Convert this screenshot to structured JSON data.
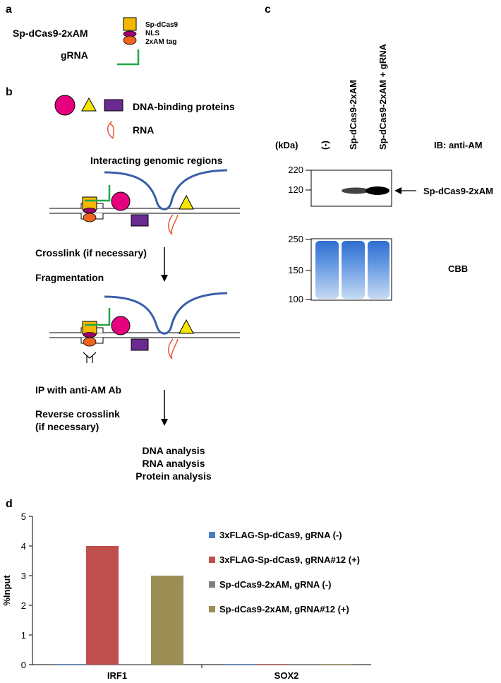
{
  "panels": {
    "a": "a",
    "b": "b",
    "c": "c",
    "d": "d"
  },
  "panel_a": {
    "construct_label": "Sp-dCas9-2xAM",
    "legend_cas9": "Sp-dCas9",
    "legend_nls": "NLS",
    "legend_tag": "2xAM tag",
    "grna_label": "gRNA"
  },
  "panel_b": {
    "dna_binding_label": "DNA-binding proteins",
    "rna_label": "RNA",
    "genomic_label": "Interacting genomic regions",
    "crosslink": "Crosslink (if necessary)",
    "fragmentation": "Fragmentation",
    "ip": "IP with anti-AM Ab",
    "reverse_1": "Reverse crosslink",
    "reverse_2": "(if necessary)",
    "analysis": [
      "DNA analysis",
      "RNA analysis",
      "Protein analysis"
    ]
  },
  "panel_c": {
    "kda": "(kDa)",
    "lanes": [
      "(-)",
      "Sp-dCas9-2xAM",
      "Sp-dCas9-2xAM + gRNA"
    ],
    "ib": "IB: anti-AM",
    "blot_markers": [
      "220",
      "120"
    ],
    "band_label": "Sp-dCas9-2xAM",
    "cbb_markers": [
      "250",
      "150",
      "100"
    ],
    "cbb": "CBB"
  },
  "colors": {
    "cas9": "#f5b800",
    "nls": "#a0006e",
    "tag": "#f0641e",
    "grna": "#1ea84a",
    "magenta": "#e6007e",
    "yellow": "#f7e600",
    "purple": "#6b2a8f",
    "blue_curve": "#3a5fa8",
    "rna": "#e8553a",
    "cbb_blue": "#4f86d8"
  },
  "chart_data": {
    "type": "bar",
    "ylabel": "%Input",
    "categories": [
      "IRF1",
      "SOX2"
    ],
    "ylim": [
      0,
      5
    ],
    "yticks": [
      0,
      1,
      2,
      3,
      4,
      5
    ],
    "legend_position": "right",
    "series": [
      {
        "name": "3xFLAG-Sp-dCas9, gRNA (-)",
        "color": "#4a7ec0",
        "values": [
          0.02,
          0.02
        ]
      },
      {
        "name": "3xFLAG-Sp-dCas9, gRNA#12 (+)",
        "color": "#c0504d",
        "values": [
          4.0,
          0.02
        ]
      },
      {
        "name": "Sp-dCas9-2xAM, gRNA (-)",
        "color": "#808080",
        "values": [
          0.02,
          0.02
        ]
      },
      {
        "name": "Sp-dCas9-2xAM, gRNA#12 (+)",
        "color": "#9c8f55",
        "values": [
          3.0,
          0.02
        ]
      }
    ]
  }
}
